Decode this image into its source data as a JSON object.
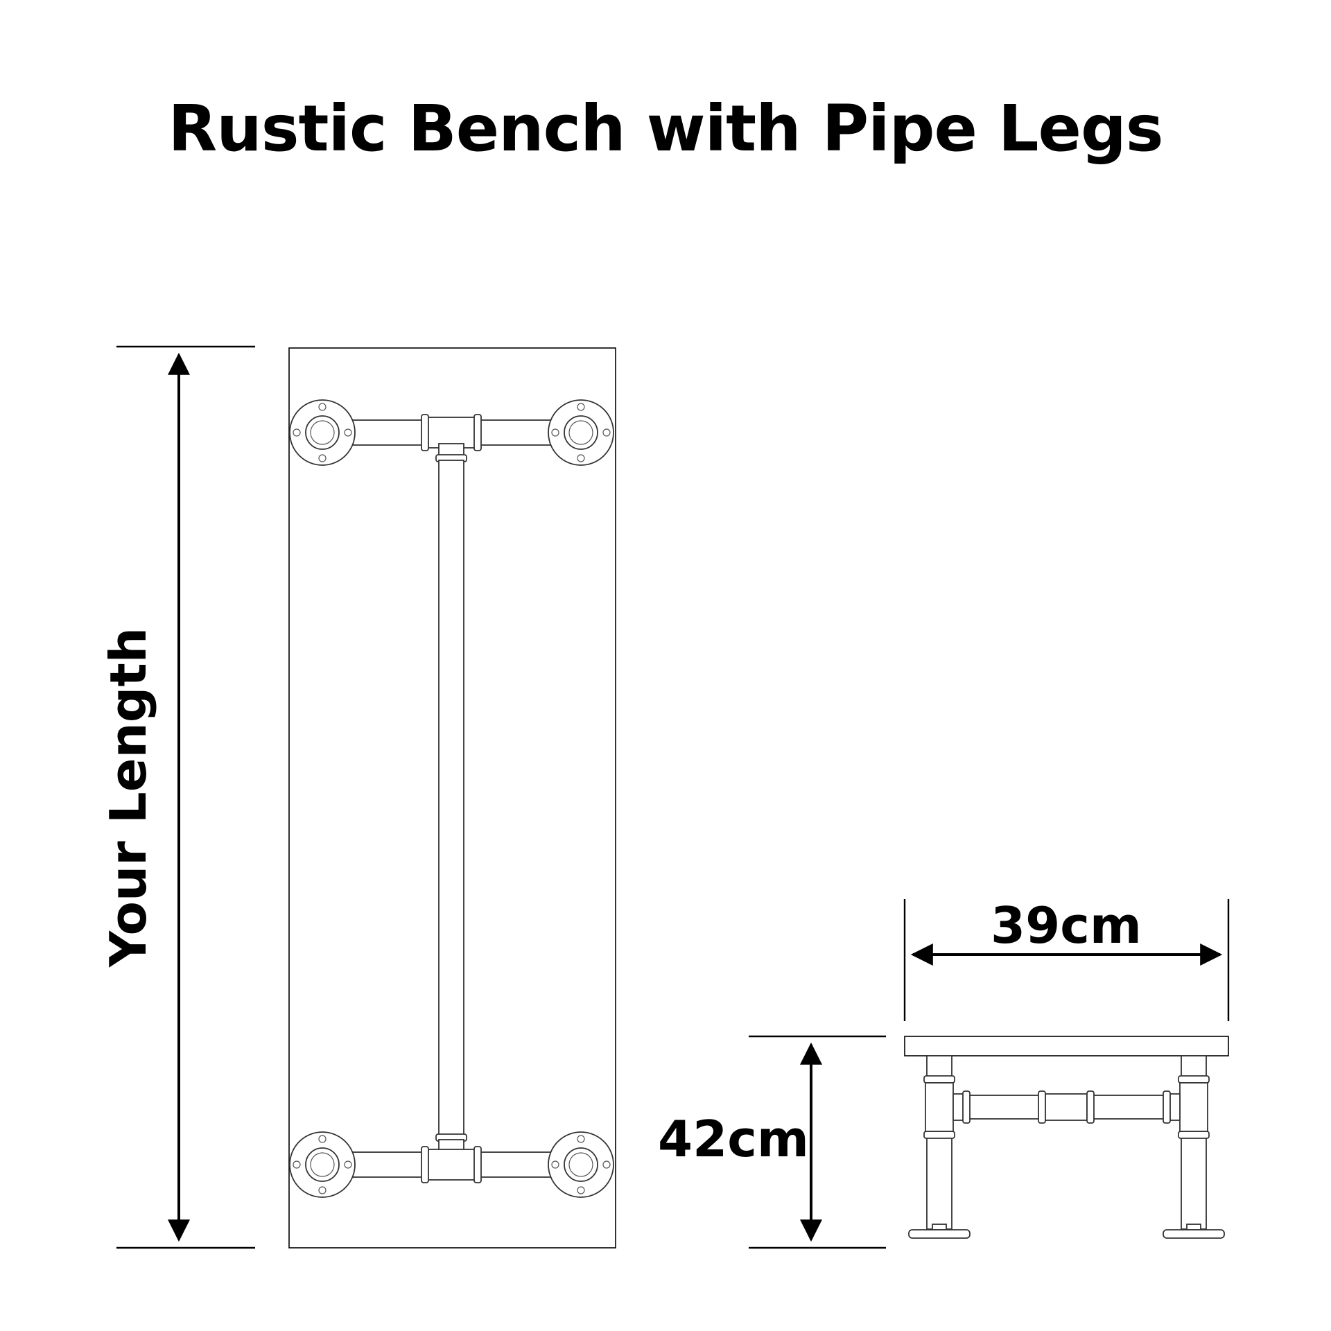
{
  "title": "Rustic Bench with Pipe Legs",
  "dimensions": {
    "length_label": "Your Length",
    "width_label": "39cm",
    "height_label": "42cm"
  }
}
